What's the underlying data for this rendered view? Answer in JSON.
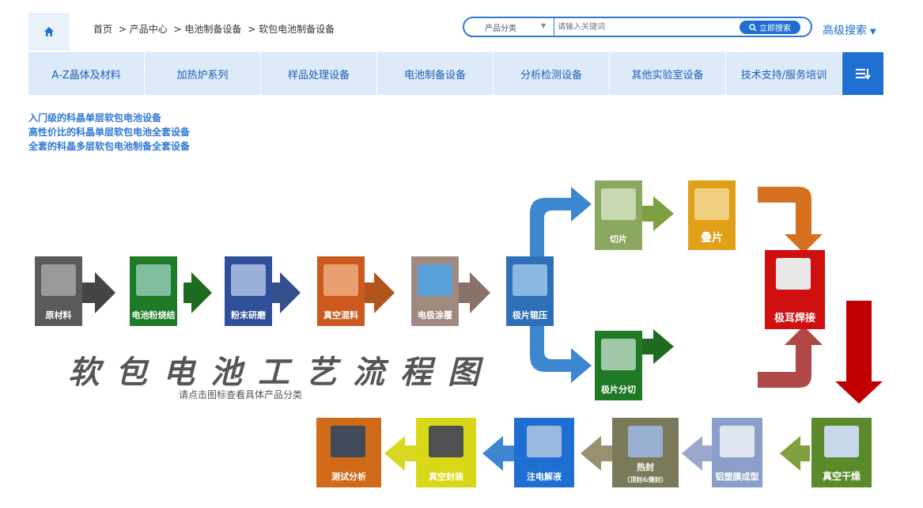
{
  "breadcrumb": {
    "home_icon": "home-icon",
    "items": [
      "首页",
      "> 产品中心",
      "> 电池制备设备",
      "> 软包电池制备设备"
    ]
  },
  "search": {
    "category": "产品分类",
    "placeholder": "请输入关键词",
    "button": "立即搜索",
    "advanced": "高级搜索"
  },
  "nav": [
    "A-Z晶体及材料",
    "加热炉系列",
    "样品处理设备",
    "电池制备设备",
    "分析检测设备",
    "其他实验室设备",
    "技术支持/服务培训"
  ],
  "links": [
    "入门级的科晶单层软包电池设备",
    "高性价比的科晶单层软包电池全套设备",
    "全套的科晶多层软包电池制备全套设备"
  ],
  "diagram": {
    "title": "软包电池工艺流程图",
    "subtitle": "请点击图标查看具体产品分类",
    "row1": [
      "原材料",
      "电池粉烧结",
      "粉末研磨",
      "真空混料",
      "电极涂覆",
      "极片辊压"
    ],
    "upper_branch": [
      "切片",
      "叠片"
    ],
    "lower_branch": [
      "极片分切"
    ],
    "weld": "极耳焊接",
    "row3": [
      "真空干燥",
      "铝塑膜成型",
      "热封",
      "注电解液",
      "真空封装",
      "测试分析"
    ],
    "heat_seal_note": "（顶封&侧封）"
  },
  "colors": {
    "accent": "#1f6fd2",
    "nav_bg": "#dceafa"
  }
}
